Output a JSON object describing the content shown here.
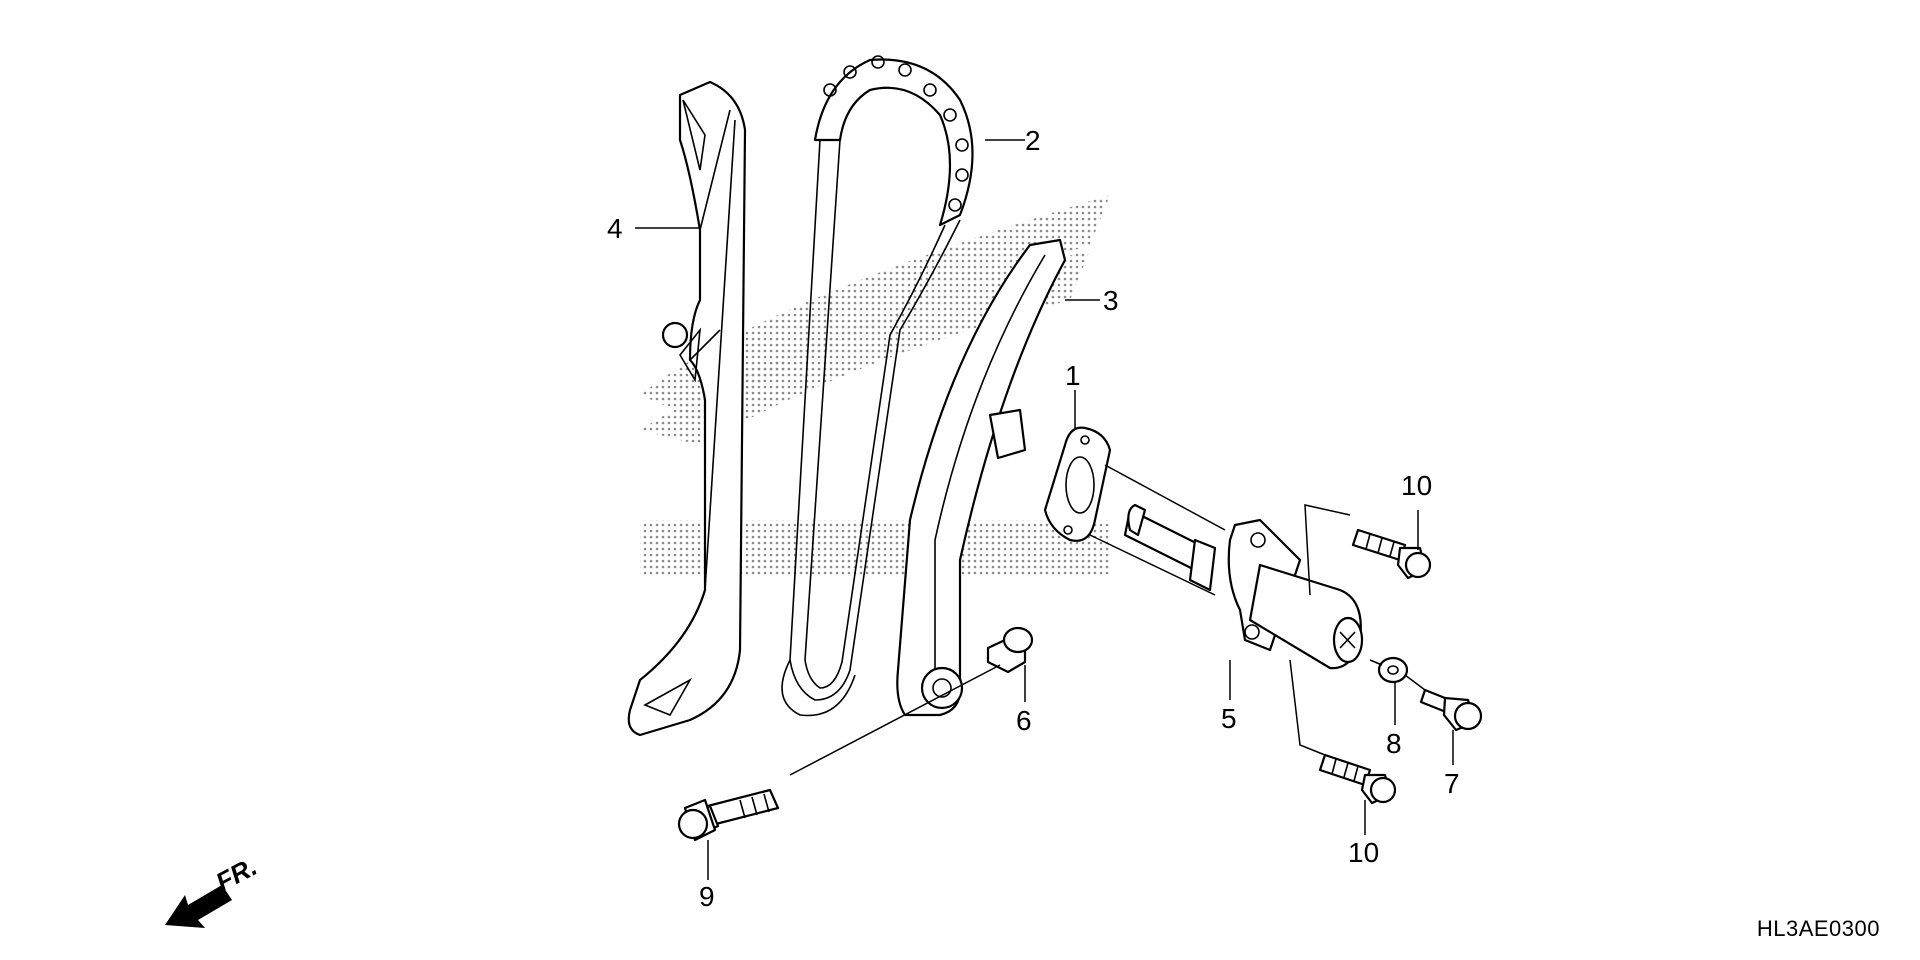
{
  "callouts": [
    {
      "id": "c1",
      "label": "1"
    },
    {
      "id": "c2",
      "label": "2"
    },
    {
      "id": "c3",
      "label": "3"
    },
    {
      "id": "c4",
      "label": "4"
    },
    {
      "id": "c5",
      "label": "5"
    },
    {
      "id": "c6",
      "label": "6"
    },
    {
      "id": "c7",
      "label": "7"
    },
    {
      "id": "c8",
      "label": "8"
    },
    {
      "id": "c9",
      "label": "9"
    },
    {
      "id": "c10a",
      "label": "10"
    },
    {
      "id": "c10b",
      "label": "10"
    }
  ],
  "front_indicator": "FR.",
  "diagram_code": "HL3AE0300",
  "colors": {
    "line": "#000000",
    "background": "#ffffff",
    "watermark": "#888888"
  }
}
